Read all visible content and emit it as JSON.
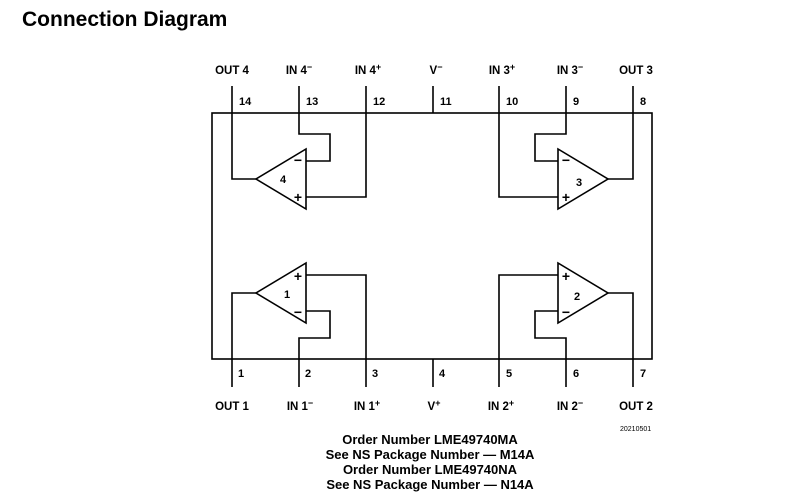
{
  "title": "Connection Diagram",
  "pins": [
    {
      "num": "1",
      "label": "OUT 1"
    },
    {
      "num": "2",
      "label": "IN 1",
      "sup": "−"
    },
    {
      "num": "3",
      "label": "IN 1",
      "sup": "+"
    },
    {
      "num": "4",
      "label": "V",
      "sup": "+"
    },
    {
      "num": "5",
      "label": "IN 2",
      "sup": "+"
    },
    {
      "num": "6",
      "label": "IN 2",
      "sup": "−"
    },
    {
      "num": "7",
      "label": "OUT 2"
    },
    {
      "num": "8",
      "label": "OUT 3"
    },
    {
      "num": "9",
      "label": "IN 3",
      "sup": "−"
    },
    {
      "num": "10",
      "label": "IN 3",
      "sup": "+"
    },
    {
      "num": "11",
      "label": "V",
      "sup": "−"
    },
    {
      "num": "12",
      "label": "IN 4",
      "sup": "+"
    },
    {
      "num": "13",
      "label": "IN 4",
      "sup": "−"
    },
    {
      "num": "14",
      "label": "OUT 4"
    }
  ],
  "amplifiers": [
    {
      "num": "1"
    },
    {
      "num": "2"
    },
    {
      "num": "3"
    },
    {
      "num": "4"
    }
  ],
  "signs": {
    "plus": "+",
    "minus": "−"
  },
  "figure_id": "20210501",
  "order_info": [
    "Order Number LME49740MA",
    "See NS Package Number — M14A",
    "Order Number LME49740NA",
    "See NS Package Number — N14A"
  ]
}
